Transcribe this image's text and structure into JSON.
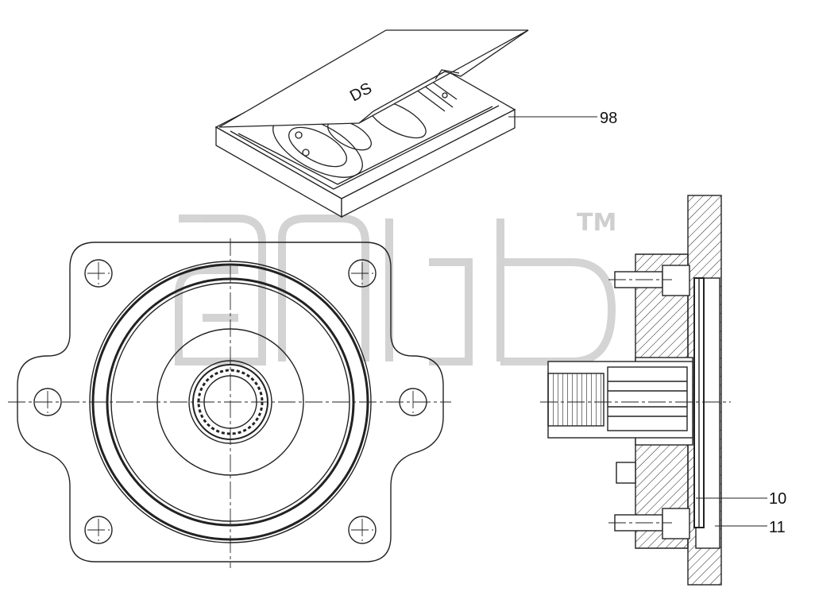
{
  "kit_label": "DS",
  "callouts": [
    {
      "id": "98",
      "text": "98"
    },
    {
      "id": "10",
      "text": "10"
    },
    {
      "id": "11",
      "text": "11"
    }
  ],
  "watermark": {
    "trademark": "TM"
  },
  "colors": {
    "line": "#111111",
    "watermark": "#d4d4d4",
    "background": "#ffffff"
  }
}
